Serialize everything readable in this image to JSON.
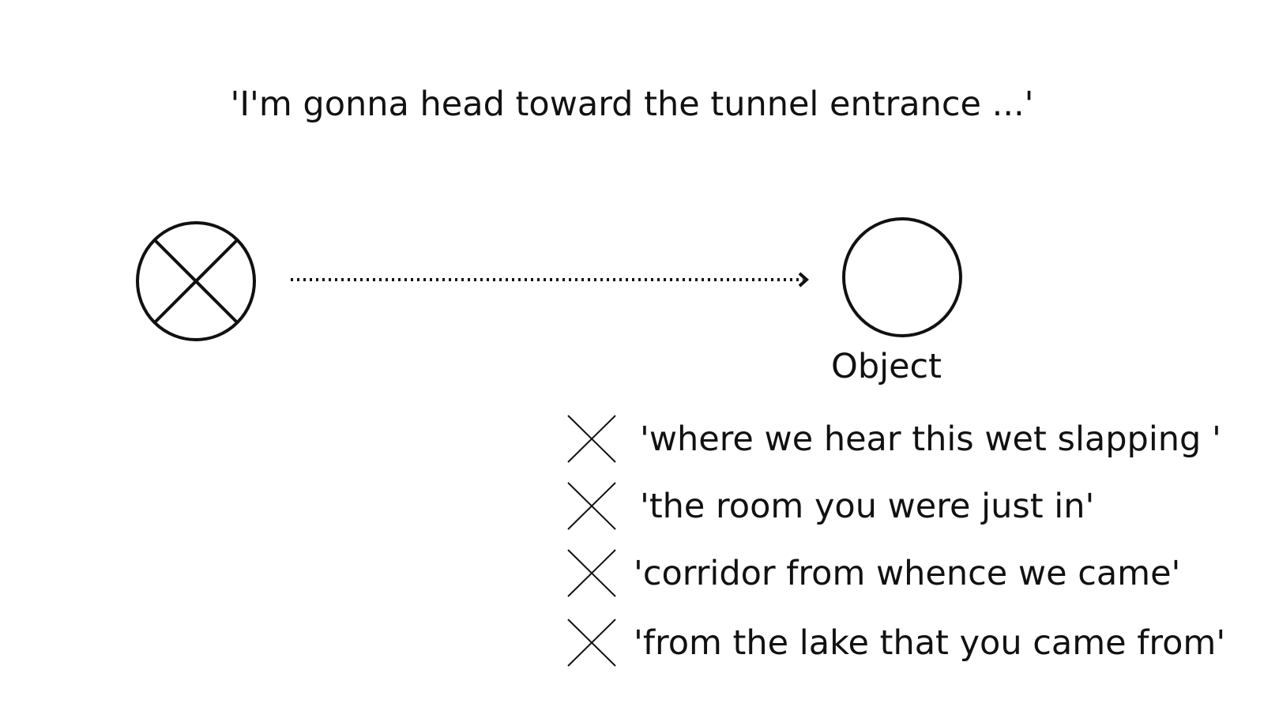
{
  "title": "'I'm gonna head toward the tunnel entrance ...'",
  "object_label": "Object",
  "negated_items": [
    {
      "text": "'where we hear this wet slapping '",
      "icon": "cross-icon"
    },
    {
      "text": "'the room you were just in'",
      "icon": "cross-icon"
    },
    {
      "text": "'corridor from whence we came'",
      "icon": "cross-icon"
    },
    {
      "text": "'from the lake that you came from'",
      "icon": "cross-icon"
    }
  ],
  "icons": {
    "speaker": "crossed-circle-icon",
    "object": "circle-icon",
    "arrow": "dotted-arrow-icon"
  },
  "colors": {
    "ink": "#111111",
    "background": "#ffffff"
  }
}
